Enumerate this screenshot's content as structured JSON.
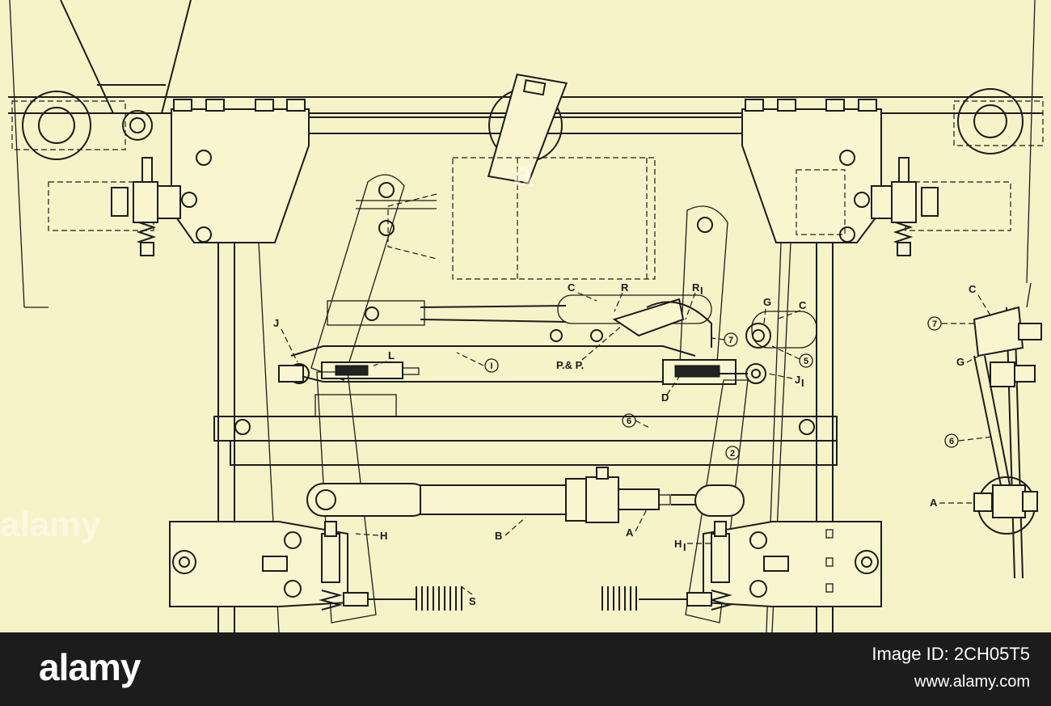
{
  "labels": {
    "C_top": "C",
    "R": "R",
    "R1": "R",
    "R1_sub": "I",
    "G": "G",
    "C_right": "C",
    "J": "J",
    "L": "L",
    "circ1": "I",
    "PP": "P.& P.",
    "circ7": "7",
    "circ5": "5",
    "J1": "J",
    "J1_sub": "I",
    "D": "D",
    "circ6": "6",
    "circ2": "2",
    "H": "H",
    "B": "B",
    "A": "A",
    "H1": "H",
    "H1_sub": "I",
    "S": "S",
    "side_C": "C",
    "side_circ7": "7",
    "side_G": "G",
    "side_circ6": "6",
    "side_A": "A"
  },
  "watermark": {
    "left": "alamy",
    "center": "a"
  },
  "footer": {
    "logo": "alamy",
    "image_id": "Image ID: 2CH05T5",
    "url": "www.alamy.com"
  }
}
